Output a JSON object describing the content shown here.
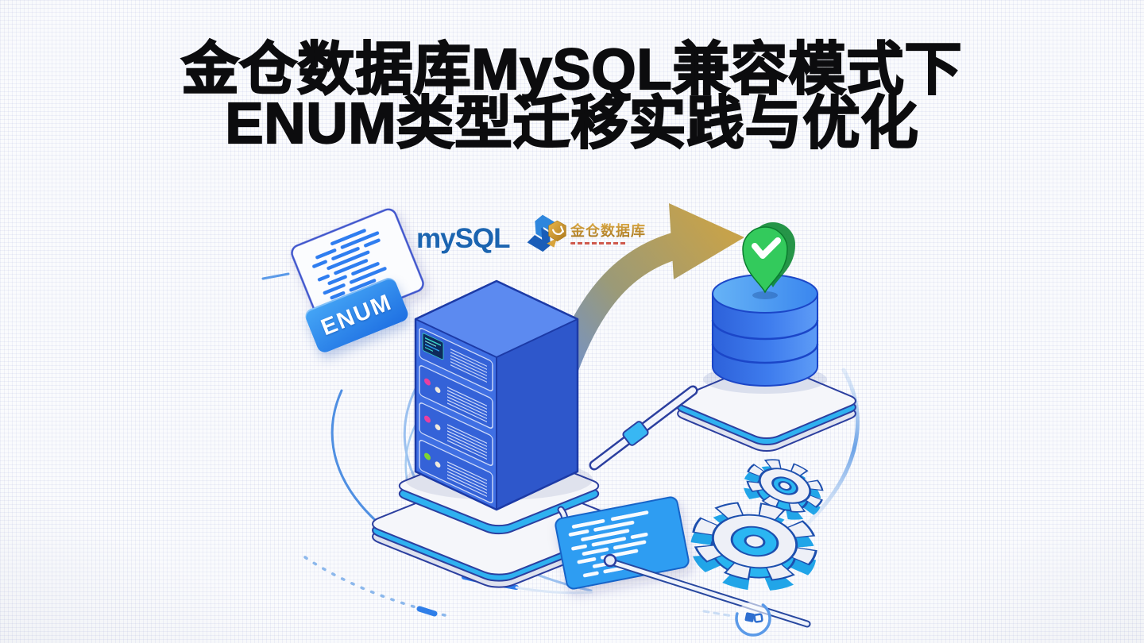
{
  "title": {
    "line1": "金仓数据库MySQL兼容模式下",
    "line2": "ENUM类型迁移实践与优化"
  },
  "labels": {
    "enum_tag": "ENUM",
    "mysql_logo": "mySQL",
    "kingbase_logo_text": "金仓数据库"
  },
  "colors": {
    "title_text": "#0c0c0e",
    "primary_blue": "#2f7ef0",
    "server_blue": "#3f6fe3",
    "accent_cyan": "#2fb1f0",
    "success_green": "#1fae4d",
    "arrow_gold": "#c6a24b",
    "mysql_blue": "#1b64b0",
    "kingbase_gold": "#c8961f",
    "background": "#fafbfd"
  },
  "icons": {
    "check_pin": "location-pin-check-icon",
    "gears": "settings-gears-icon",
    "server": "server-tower-illustration",
    "database": "database-cylinder-illustration",
    "arrow": "migration-arrow",
    "swap": "swap-arrows-icon",
    "shield": "kingbase-shield-icon",
    "sync": "sync-mini-icon"
  }
}
